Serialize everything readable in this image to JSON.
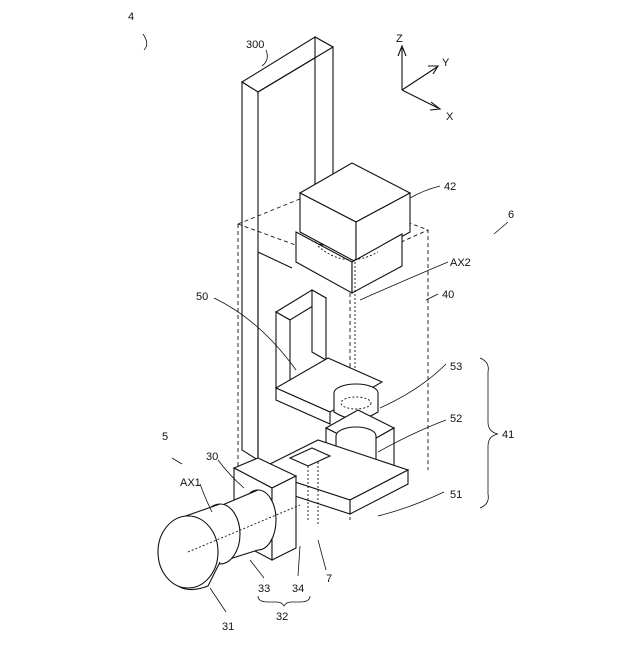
{
  "labels": {
    "device": "4",
    "panel": "300",
    "module": "42",
    "group": "6",
    "axis2": "AX2",
    "housing": "40",
    "bracket": "50",
    "lens53": "53",
    "lens52": "52",
    "assembly": "41",
    "unit": "5",
    "camera": "30",
    "axis1": "AX1",
    "base": "51",
    "front": "31",
    "part33": "33",
    "part34": "34",
    "part32": "32",
    "part7": "7"
  },
  "axes": {
    "z": "Z",
    "y": "Y",
    "x": "X"
  }
}
